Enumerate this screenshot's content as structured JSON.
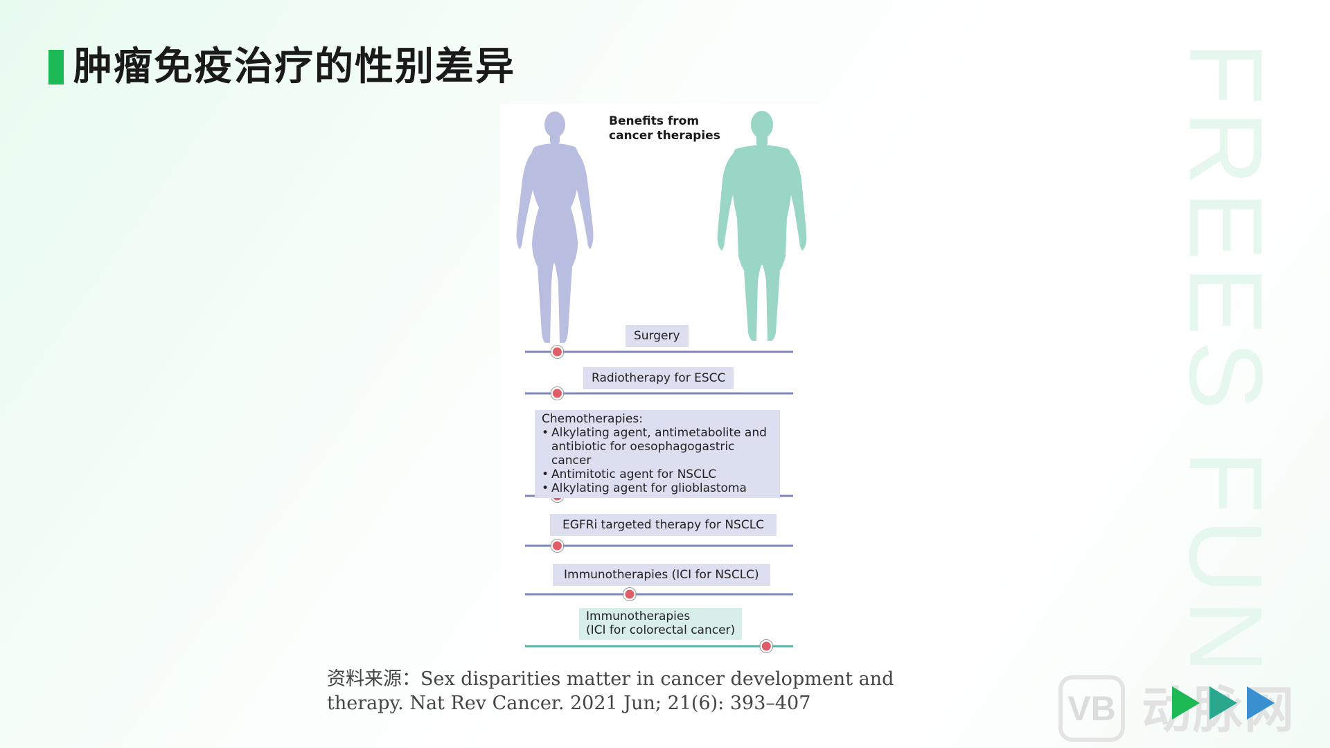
{
  "slide": {
    "title": "肿瘤免疫治疗的性别差异",
    "watermark": "FREES FUND",
    "accent_color": "#1db954"
  },
  "figure": {
    "heading": [
      "Benefits from",
      "cancer therapies"
    ],
    "female_color": "#b9bde0",
    "male_color": "#99d6c6",
    "marker_color": "#e05c66",
    "therapies": [
      {
        "lines": [
          "Surgery"
        ],
        "box": "lavender",
        "marker_position": 0.12,
        "line_color": "#7f86b8"
      },
      {
        "lines": [
          "Radiotherapy for ESCC"
        ],
        "box": "lavender",
        "marker_position": 0.12,
        "line_color": "#7f86b8"
      },
      {
        "title": "Chemotherapies:",
        "bullets": [
          "Alkylating agent, antimetabolite and antibiotic for oesophagogastric cancer",
          "Antimitotic agent for NSCLC",
          "Alkylating agent for glioblastoma"
        ],
        "box": "lavender",
        "marker_position": 0.12,
        "line_color": "#7f86b8"
      },
      {
        "lines": [
          "EGFRi targeted therapy for NSCLC"
        ],
        "box": "lavender",
        "marker_position": 0.12,
        "line_color": "#7f86b8"
      },
      {
        "lines": [
          "Immunotherapies (ICI for NSCLC)"
        ],
        "box": "lavender",
        "marker_position": 0.39,
        "line_color": "#7f86b8"
      },
      {
        "lines": [
          "Immunotherapies",
          "(ICI for colorectal cancer)"
        ],
        "box": "mint",
        "marker_position": 0.9,
        "line_color": "#4fb3a6"
      }
    ]
  },
  "source": {
    "lines": [
      "资料来源：Sex disparities matter in cancer development and",
      "therapy. Nat Rev Cancer. 2021 Jun; 21(6): 393–407"
    ]
  },
  "logo": {
    "box_text": "VB",
    "text": "动脉网"
  }
}
